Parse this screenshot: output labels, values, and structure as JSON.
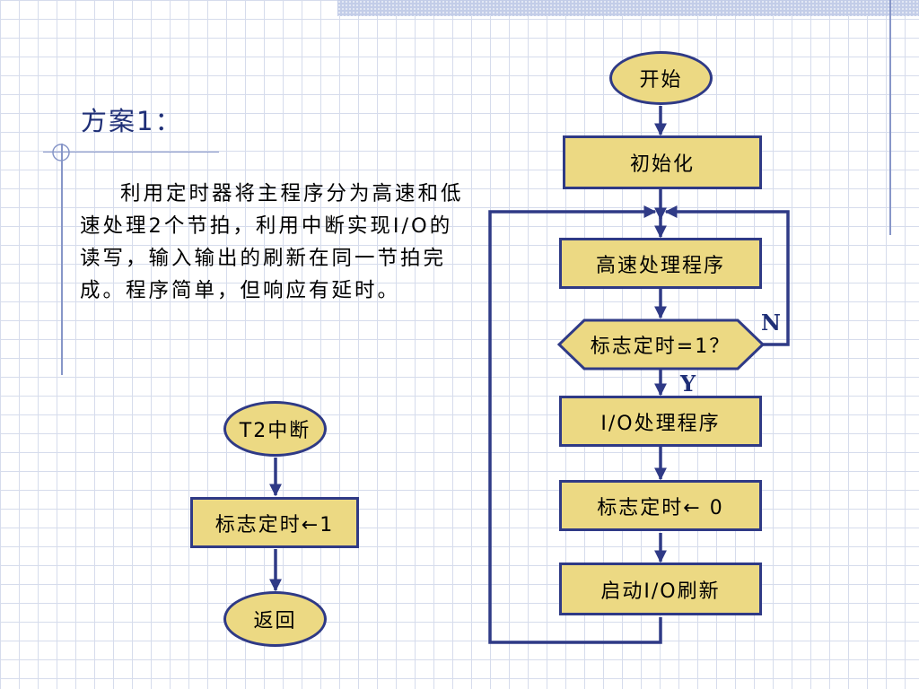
{
  "title": "方案1：",
  "description": "利用定时器将主程序分为高速和低速处理2个节拍，利用中断实现I/O的读写，输入输出的刷新在同一节拍完成。程序简单，但响应有延时。",
  "main_flow": {
    "start": "开始",
    "init": "初始化",
    "high_speed": "高速处理程序",
    "decision": "标志定时=1？",
    "io_process": "I/O处理程序",
    "flag_reset": "标志定时← 0",
    "io_refresh": "启动I/O刷新",
    "no_label": "N",
    "yes_label": "Y"
  },
  "interrupt_flow": {
    "start": "T2中断",
    "set_flag": "标志定时←1",
    "return": "返回"
  },
  "colors": {
    "node_fill": "#ecd983",
    "stroke": "#2f3a86",
    "title": "#1f2f77",
    "grid": "#d6dcec"
  }
}
